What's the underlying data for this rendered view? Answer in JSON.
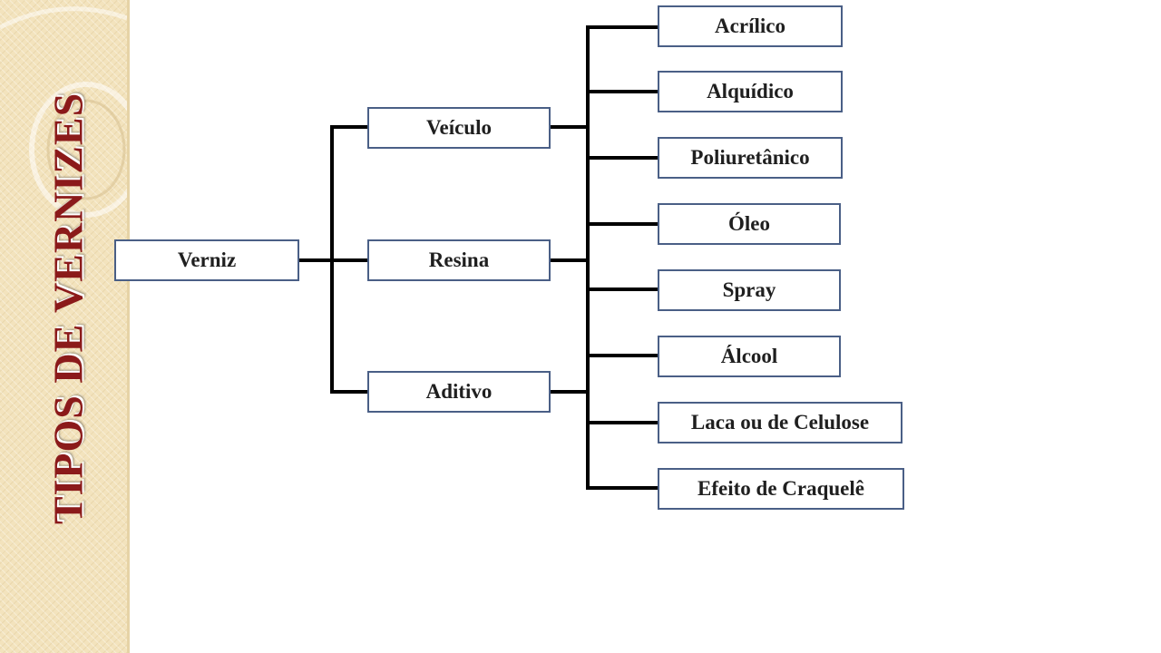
{
  "slide": {
    "title": "TIPOS DE VERNIZES"
  },
  "diagram": {
    "root": "Verniz",
    "level1": [
      "Veículo",
      "Resina",
      "Aditivo"
    ],
    "level2": [
      "Acrílico",
      "Alquídico",
      "Poliuretânico",
      "Óleo",
      "Spray",
      "Álcool",
      "Laca ou de Celulose",
      "Efeito de Craquelê"
    ]
  },
  "colors": {
    "title": "#8b1a1a",
    "node_border": "#4a5f86",
    "connector": "#000000",
    "band": "#f3e3bd"
  }
}
